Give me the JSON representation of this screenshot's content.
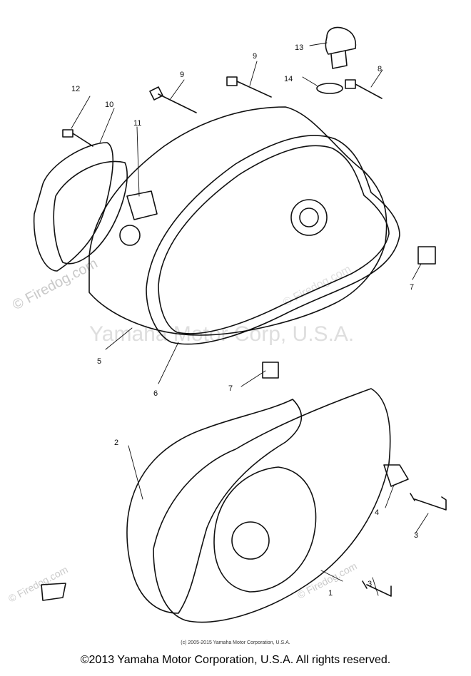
{
  "callouts": {
    "c1": "1",
    "c2": "2",
    "c3a": "3",
    "c3b": "3",
    "c4": "4",
    "c5": "5",
    "c6": "6",
    "c7a": "7",
    "c7b": "7",
    "c8": "8",
    "c9a": "9",
    "c9b": "9",
    "c10": "10",
    "c11": "11",
    "c12": "12",
    "c13": "13",
    "c14": "14"
  },
  "watermarks": {
    "center": "Yamaha Motor Corp, U.S.A.",
    "firedog_left": "© Firedog.com",
    "firedog_mid": "© Firedog.com",
    "firedog_lower_left": "© Firedog.com",
    "firedog_lower_right": "© Firedog.com"
  },
  "fine_print": "(c) 2005-2015 Yamaha Motor Corporation, U.S.A.",
  "copyright": "©2013 Yamaha Motor Corporation, U.S.A. All rights reserved."
}
